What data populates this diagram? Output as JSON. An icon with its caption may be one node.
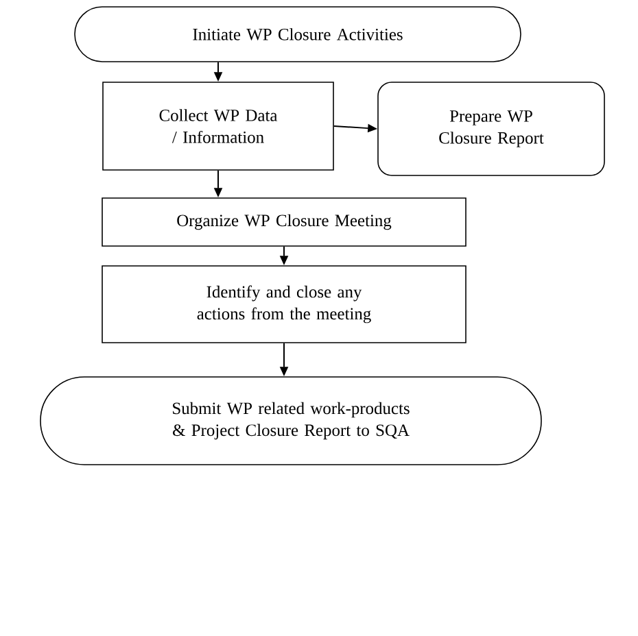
{
  "diagram": {
    "nodes": [
      {
        "text": [
          "Initiate WP Closure Activities"
        ]
      },
      {
        "text": [
          "Collect WP Data / Information"
        ]
      },
      {
        "text": [
          "Prepare WP Closure Report"
        ]
      },
      {
        "text": [
          "Organize WP Closure Meeting"
        ]
      },
      {
        "text": [
          "Identify and close any actions from the meeting"
        ]
      },
      {
        "text": [
          "Submit WP related work-products & Project Closure Report to SQA"
        ]
      }
    ],
    "edges": [
      {
        "from": 0,
        "to": 1,
        "arrow": "to"
      },
      {
        "from": 1,
        "to": 2,
        "arrow": "to"
      },
      {
        "from": 1,
        "to": 3,
        "arrow": "to"
      },
      {
        "from": 3,
        "to": 4,
        "arrow": "to"
      },
      {
        "from": 4,
        "to": 5,
        "arrow": "to"
      }
    ]
  }
}
